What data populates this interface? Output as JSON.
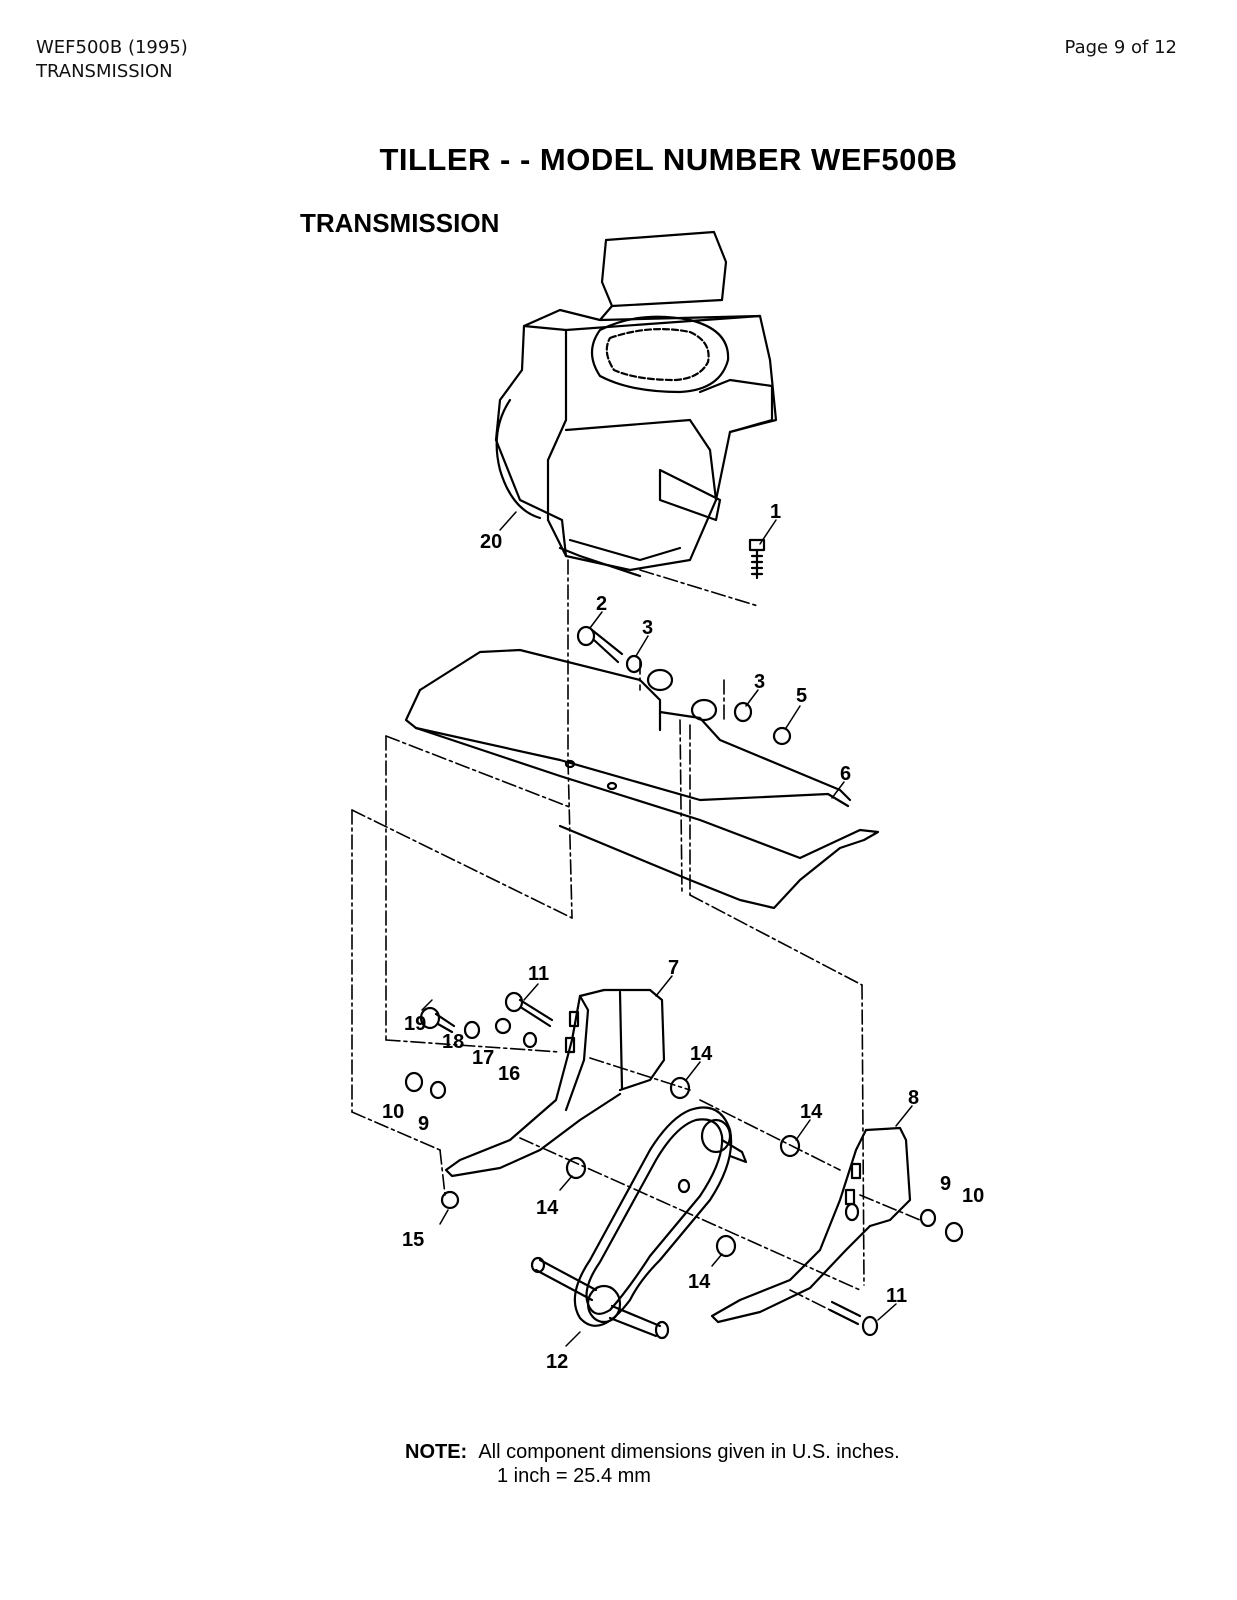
{
  "header": {
    "model_year": "WEF500B (1995)",
    "section": "TRANSMISSION",
    "page": "Page 9 of 12"
  },
  "title": "TILLER - - MODEL NUMBER WEF500B",
  "section_title": "TRANSMISSION",
  "callouts": [
    "1",
    "2",
    "3",
    "3",
    "5",
    "6",
    "7",
    "8",
    "9",
    "9",
    "10",
    "10",
    "11",
    "11",
    "12",
    "14",
    "14",
    "14",
    "14",
    "15",
    "16",
    "17",
    "18",
    "19",
    "20"
  ],
  "note": {
    "label": "NOTE:",
    "line1": "All component dimensions given in U.S. inches.",
    "line2": "1 inch = 25.4 mm"
  }
}
